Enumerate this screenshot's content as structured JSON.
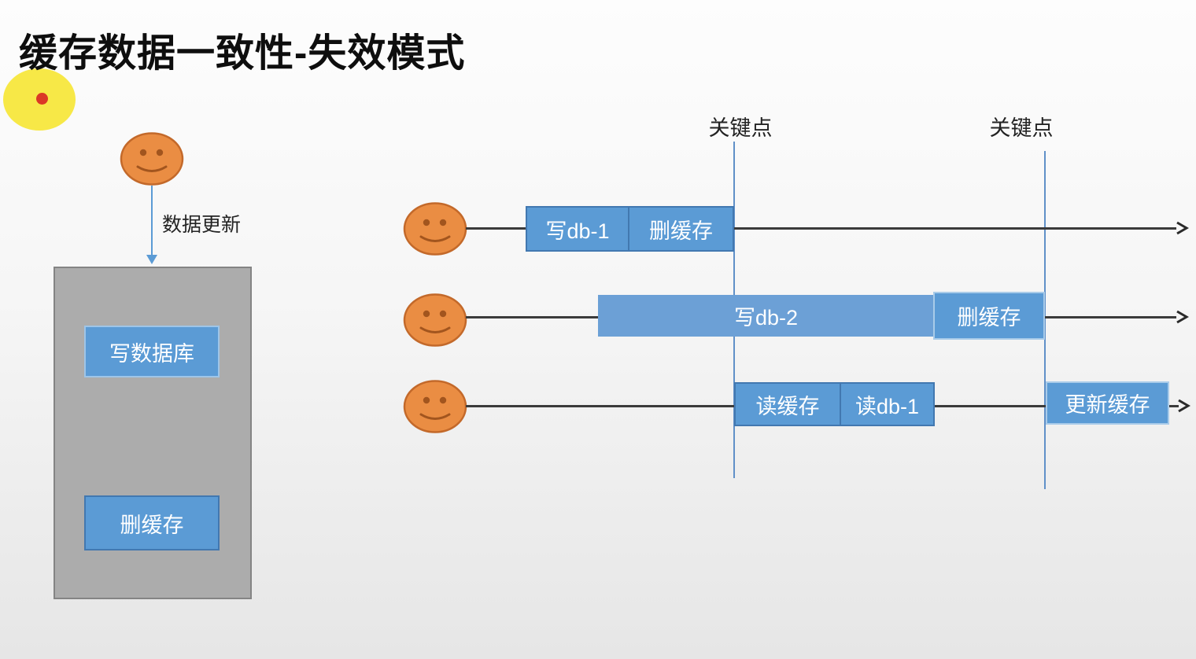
{
  "slide": {
    "title": "缓存数据一致性-失效模式"
  },
  "left_flow": {
    "arrow_label": "数据更新",
    "write_db_label": "写数据库",
    "delete_cache_label": "删缓存"
  },
  "checkpoints": {
    "first": "关键点",
    "second": "关键点"
  },
  "timelines": {
    "row1": {
      "seg1": "写db-1",
      "seg2": "删缓存"
    },
    "row2": {
      "seg1": "写db-2",
      "seg2": "删缓存"
    },
    "row3": {
      "seg1": "读缓存",
      "seg2": "读db-1",
      "seg3": "更新缓存"
    }
  },
  "icons": {
    "actor": "smiley-face-icon",
    "pointer": "laser-pointer-icon"
  },
  "colors": {
    "box_blue": "#5B9BD5",
    "box_blue_light": "#6CA0D6",
    "gray_panel": "#ACACAC",
    "smiley_orange": "#EA8D43",
    "laser_yellow": "#F7E847",
    "laser_red": "#DB3826",
    "checkpoint_blue": "#6090C8",
    "timeline_dark": "#3B3B3B"
  }
}
